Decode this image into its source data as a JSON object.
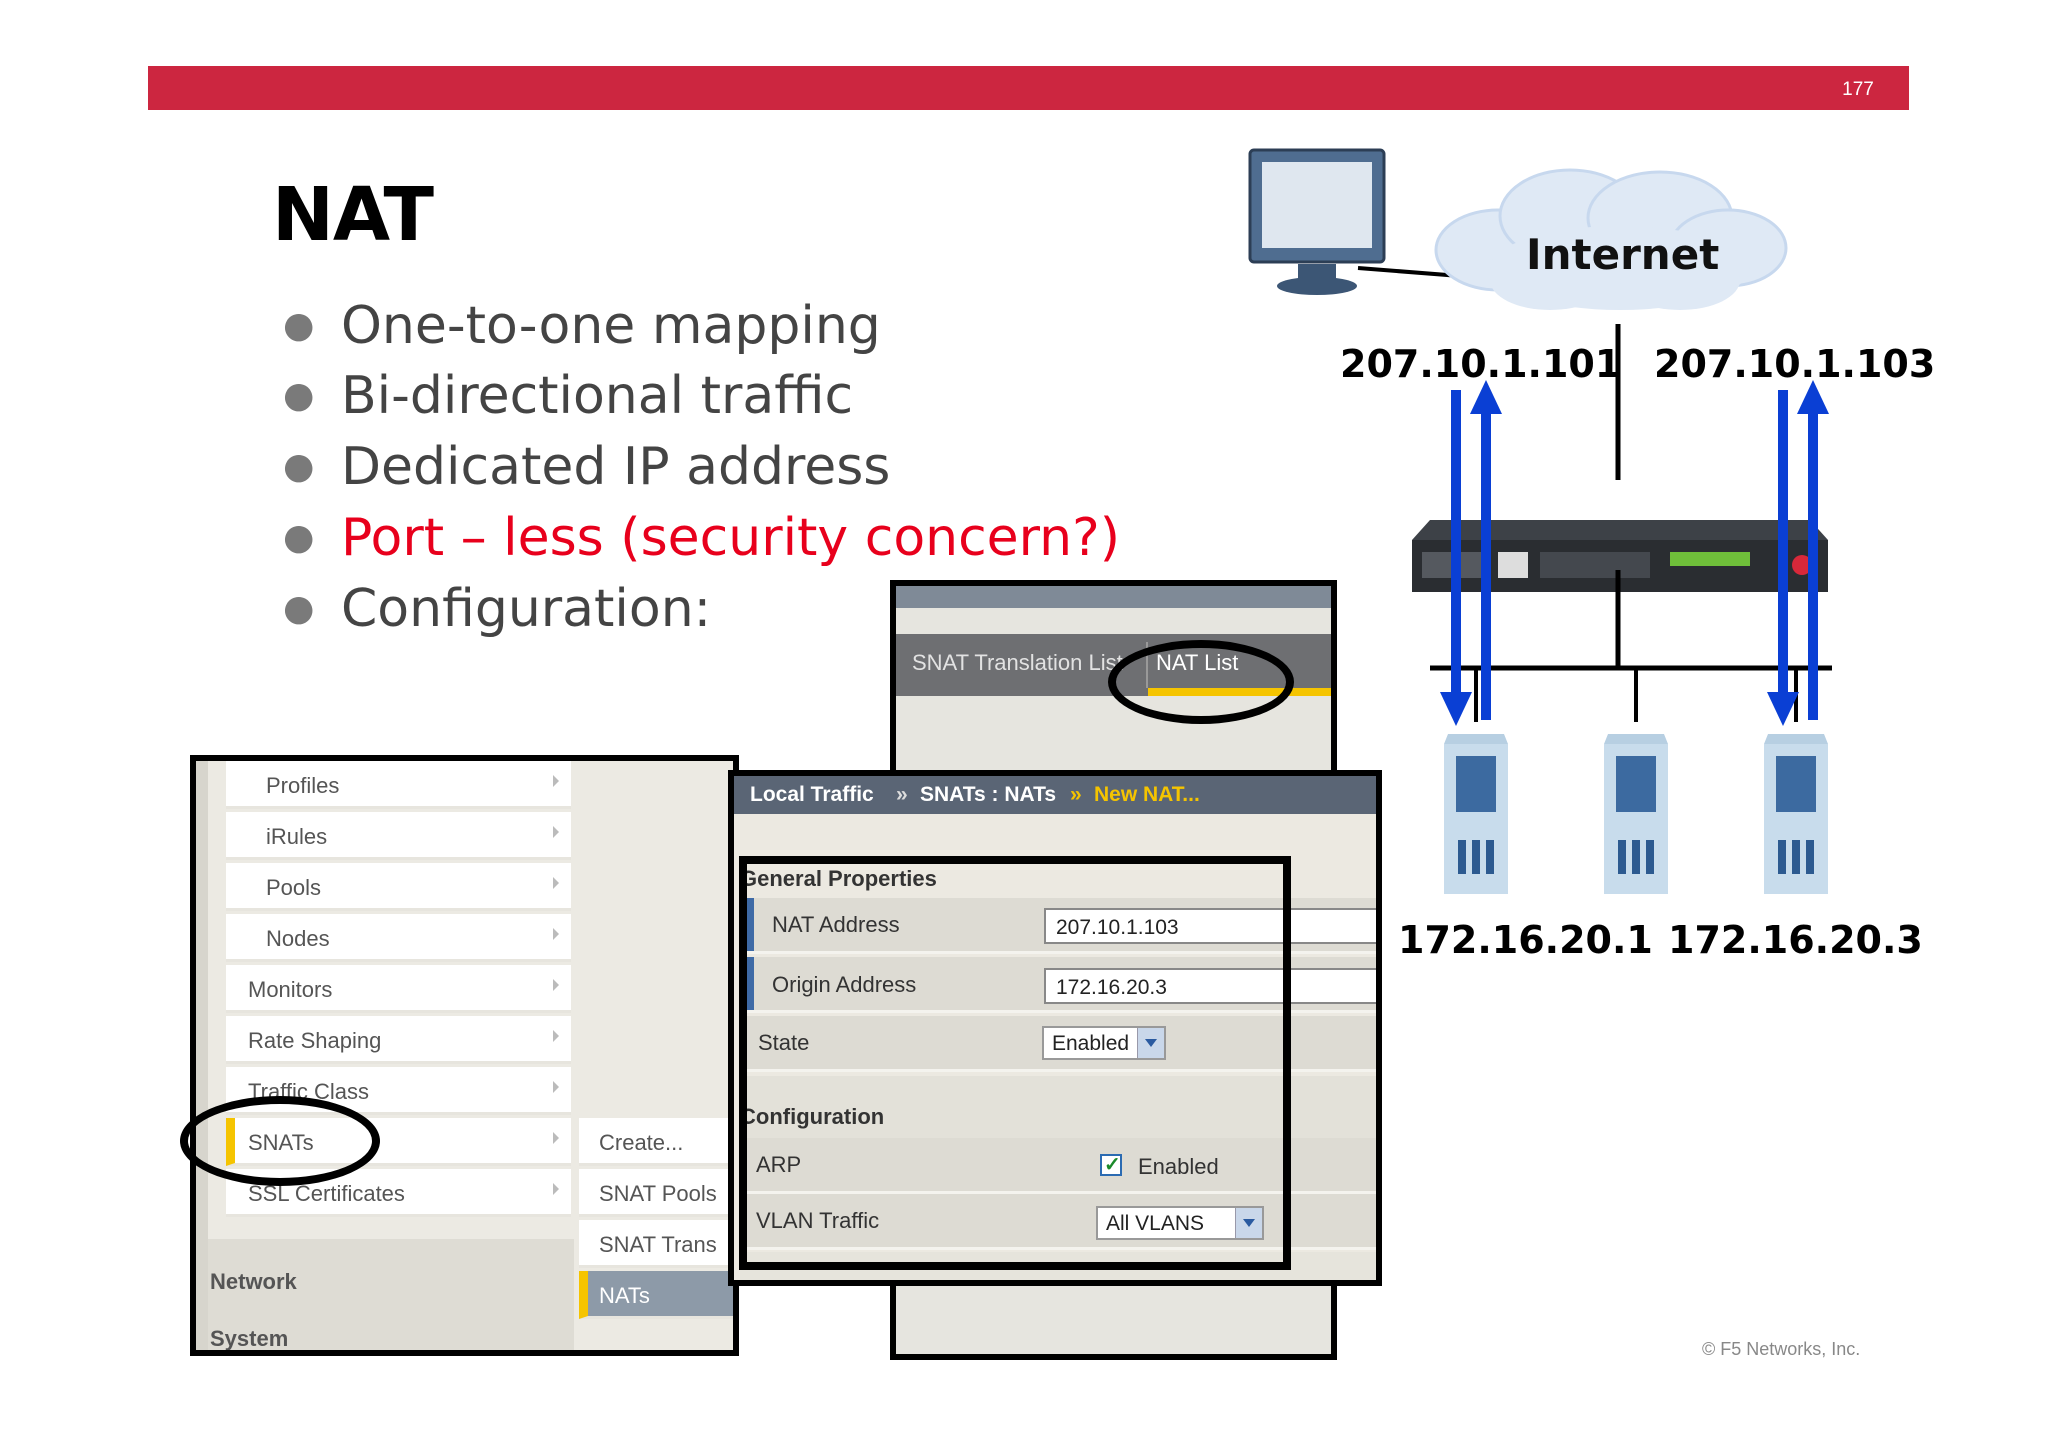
{
  "slide": {
    "number": "177",
    "title": "NAT",
    "bullets": [
      {
        "text": "One-to-one mapping",
        "highlight": false
      },
      {
        "text": "Bi-directional traffic",
        "highlight": false
      },
      {
        "text": "Dedicated IP address",
        "highlight": false
      },
      {
        "text": "Port – less (security concern?)",
        "highlight": true
      },
      {
        "text": "Configuration:",
        "highlight": false
      }
    ],
    "copyright": "© F5 Networks, Inc.",
    "colors": {
      "header_bar": "#cc2640",
      "highlight_text": "#e8001c",
      "arrow": "#0a3fd4"
    }
  },
  "diagram": {
    "cloud_label": "Internet",
    "public_ips": [
      "207.10.1.101",
      "207.10.1.103"
    ],
    "private_ips": [
      "172.16.20.1",
      "172.16.20.3"
    ],
    "icons": [
      "monitor-icon",
      "cloud-icon",
      "load-balancer-icon",
      "server-icon"
    ]
  },
  "menu": {
    "items": [
      {
        "label": "Profiles",
        "level": 2
      },
      {
        "label": "iRules",
        "level": 2
      },
      {
        "label": "Pools",
        "level": 2
      },
      {
        "label": "Nodes",
        "level": 2
      },
      {
        "label": "Monitors",
        "level": 1
      },
      {
        "label": "Rate Shaping",
        "level": 1
      },
      {
        "label": "Traffic Class",
        "level": 1
      },
      {
        "label": "SNATs",
        "level": 1,
        "active": true
      },
      {
        "label": "SSL Certificates",
        "level": 1
      }
    ],
    "submenu": [
      "Create...",
      "SNAT Pools",
      "SNAT Trans",
      "NATs"
    ],
    "sections": [
      "Network",
      "System"
    ]
  },
  "tabs": [
    "SNAT Translation List",
    "NAT List"
  ],
  "form": {
    "breadcrumb": [
      "Local Traffic",
      "SNATs : NATs",
      "New NAT..."
    ],
    "general_heading": "General Properties",
    "nat_address_label": "NAT Address",
    "nat_address_value": "207.10.1.103",
    "origin_address_label": "Origin Address",
    "origin_address_value": "172.16.20.3",
    "state_label": "State",
    "state_value": "Enabled",
    "config_heading": "Configuration",
    "arp_label": "ARP",
    "arp_value": "Enabled",
    "arp_checked": true,
    "vlan_label": "VLAN Traffic",
    "vlan_value": "All VLANS"
  }
}
